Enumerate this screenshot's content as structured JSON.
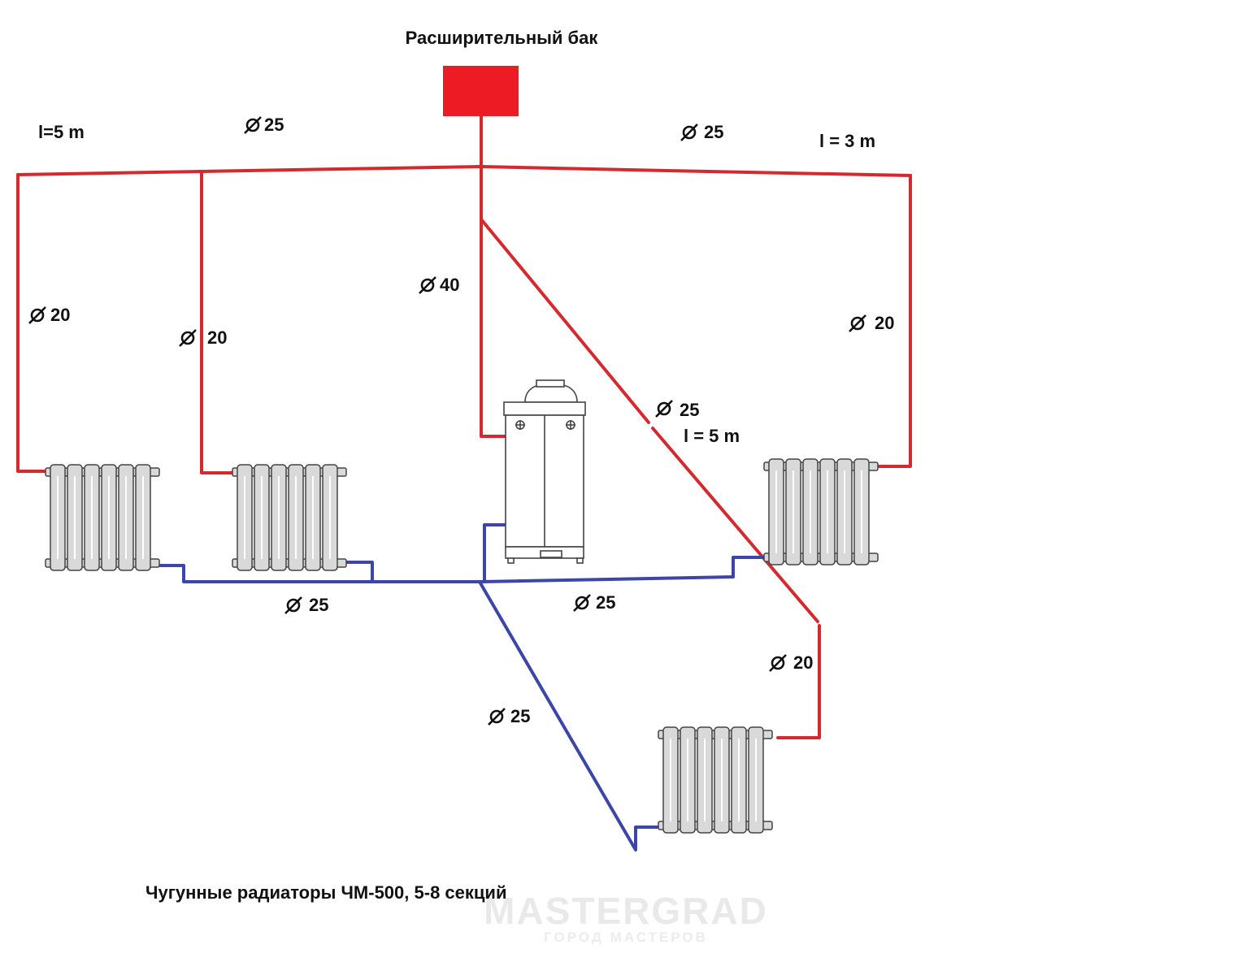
{
  "colors": {
    "supply_pipe": "#d42a2f",
    "return_pipe": "#3c46a8",
    "expansion_tank": "#ed1c24",
    "radiator_fill": "#d9d9d9",
    "radiator_stroke": "#444444"
  },
  "labels": {
    "tank_title": "Расширительный бак",
    "caption": "Чугунные радиаторы ЧМ-500, 5-8 секций",
    "length_left": "l=5 m",
    "length_right": "l = 3 m",
    "length_diag": "l = 5 m",
    "d_top_left": "25",
    "d_top_right": "25",
    "d_riser_main": "40",
    "d_riser_1": "20",
    "d_riser_2": "20",
    "d_riser_3": "20",
    "d_diag_supply": "25",
    "d_riser_4": "20",
    "d_return_left": "25",
    "d_return_right": "25",
    "d_return_diag": "25"
  },
  "watermark": {
    "title": "MASTERGRAD",
    "subtitle": "ГОРОД МАСТЕРОВ"
  }
}
